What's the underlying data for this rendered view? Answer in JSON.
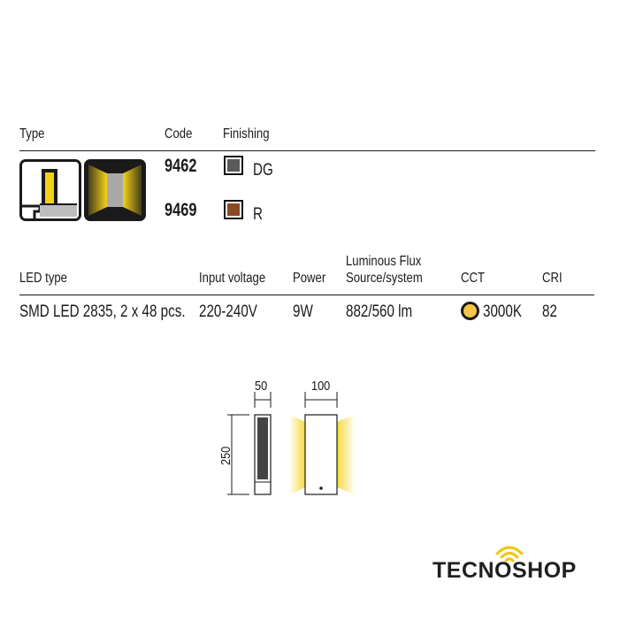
{
  "headers_top": {
    "type": "Type",
    "code": "Code",
    "finishing": "Finishing"
  },
  "variants": [
    {
      "code": "9462",
      "finish": "DG",
      "color": "#5a5a5a"
    },
    {
      "code": "9469",
      "finish": "R",
      "color": "#8a4a22"
    }
  ],
  "headers_specs": {
    "led_type": "LED type",
    "input_voltage": "Input voltage",
    "power": "Power",
    "flux_line1": "Luminous Flux",
    "flux_line2": "Source/system",
    "cct": "CCT",
    "cri": "CRI"
  },
  "specs": {
    "led_type": "SMD LED 2835, 2 x 48 pcs.",
    "input_voltage": "220-240V",
    "power": "9W",
    "flux": "882/560 lm",
    "cct": "3000K",
    "cri": "82"
  },
  "dimensions": {
    "depth": "50",
    "width": "100",
    "height": "250"
  },
  "brand": {
    "name": "TECNOSHOP"
  },
  "colors": {
    "light": "#f5d21a",
    "cct_dot": "#f6c64a",
    "dark": "#1a1a1a"
  }
}
